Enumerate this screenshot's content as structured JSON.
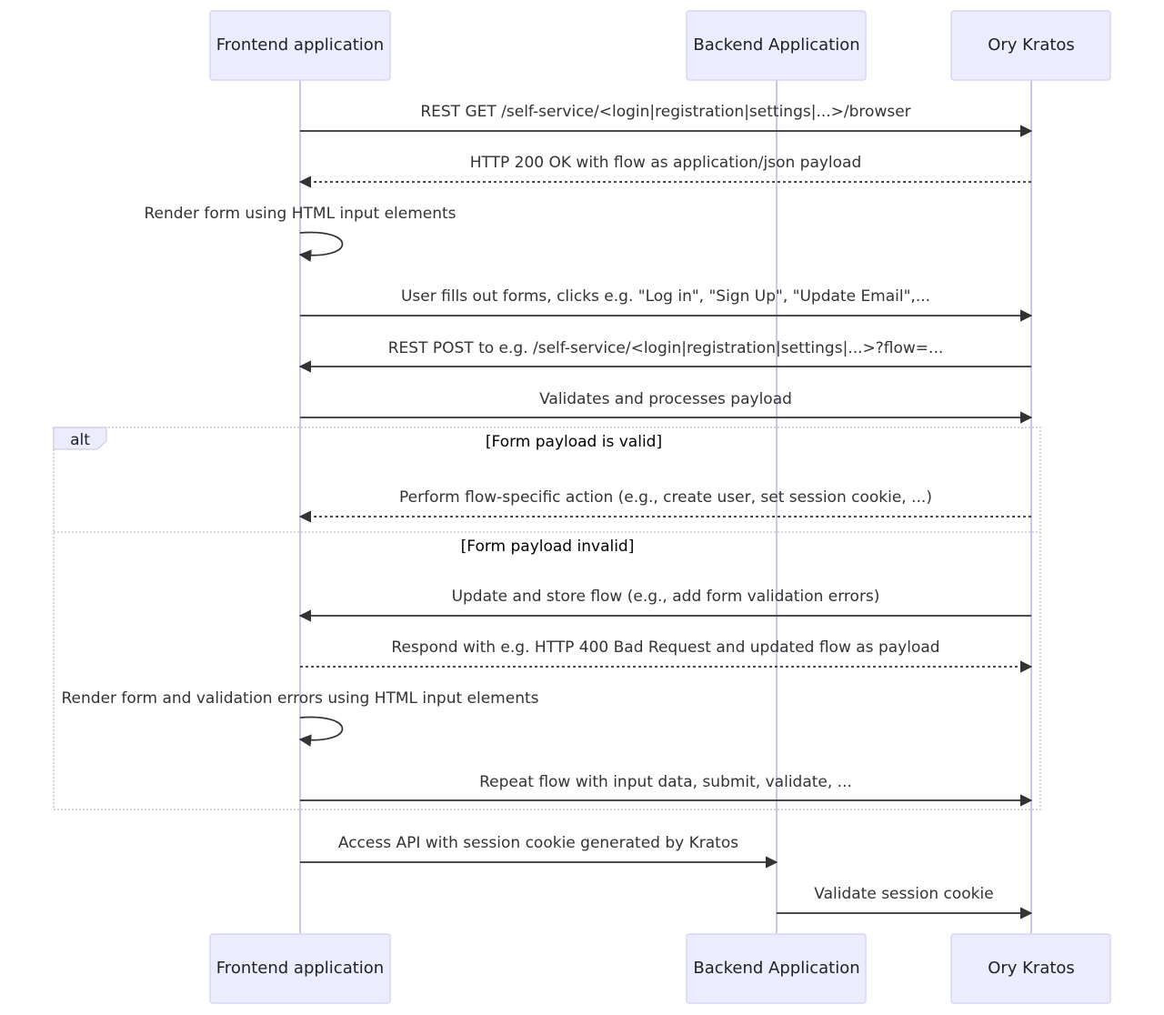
{
  "actors": [
    {
      "id": "frontend",
      "label": "Frontend application"
    },
    {
      "id": "backend",
      "label": "Backend Application"
    },
    {
      "id": "kratos",
      "label": "Ory Kratos"
    }
  ],
  "messages": [
    {
      "from": "frontend",
      "to": "kratos",
      "text": "REST GET /self-service/<login|registration|settings|...>/browser",
      "style": "solid"
    },
    {
      "from": "kratos",
      "to": "frontend",
      "text": "HTTP 200 OK with flow as application/json payload",
      "style": "dashed"
    },
    {
      "from": "frontend",
      "to": "frontend",
      "text": "Render form using HTML input elements",
      "style": "self"
    },
    {
      "from": "frontend",
      "to": "kratos",
      "text": "User fills out forms, clicks e.g. \"Log in\", \"Sign Up\", \"Update Email\",...",
      "style": "solid"
    },
    {
      "from": "kratos",
      "to": "frontend",
      "text": "REST POST to e.g. /self-service/<login|registration|settings|...>?flow=...",
      "style": "solid"
    },
    {
      "from": "frontend",
      "to": "kratos",
      "text": "Validates and processes payload",
      "style": "solid"
    },
    {
      "from": "kratos",
      "to": "frontend",
      "text": "Perform flow-specific action (e.g., create user, set session cookie, ...)",
      "style": "dashed"
    },
    {
      "from": "kratos",
      "to": "frontend",
      "text": "Update and store flow (e.g., add form validation errors)",
      "style": "solid"
    },
    {
      "from": "frontend",
      "to": "kratos",
      "text": "Respond with e.g. HTTP 400 Bad Request and updated flow as payload",
      "style": "dashed"
    },
    {
      "from": "frontend",
      "to": "frontend",
      "text": "Render form and validation errors using HTML input elements",
      "style": "self"
    },
    {
      "from": "frontend",
      "to": "kratos",
      "text": "Repeat flow with input data, submit, validate, ...",
      "style": "solid"
    },
    {
      "from": "frontend",
      "to": "backend",
      "text": "Access API with session cookie generated by Kratos",
      "style": "solid"
    },
    {
      "from": "backend",
      "to": "kratos",
      "text": "Validate session cookie",
      "style": "solid"
    }
  ],
  "alt": {
    "label": "alt",
    "conditions": [
      "[Form payload is valid]",
      "[Form payload invalid]"
    ]
  },
  "colors": {
    "actor_fill": "#ECECFF",
    "actor_stroke": "#d6d6f7",
    "lifeline": "#c8c8ec",
    "line": "#333333"
  }
}
